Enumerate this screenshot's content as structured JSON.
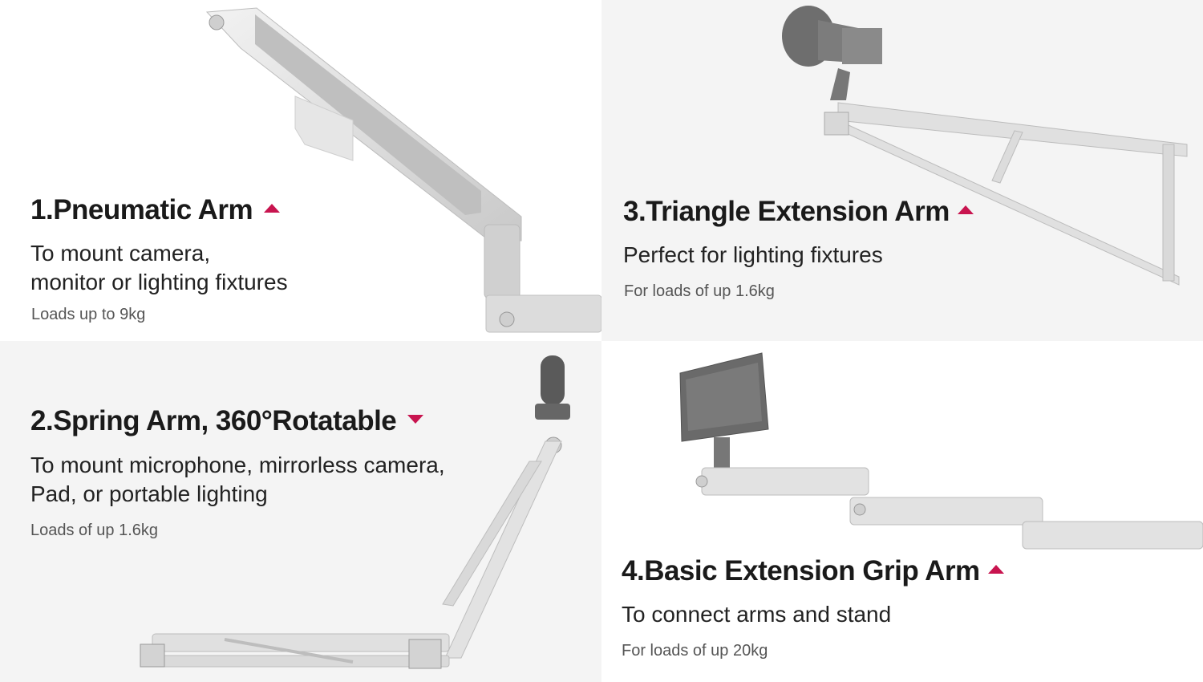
{
  "panels": {
    "pneumatic": {
      "title": "1.Pneumatic Arm",
      "desc_line1": "To mount camera,",
      "desc_line2": "monitor or lighting fixtures",
      "load": "Loads up to 9kg",
      "indicator": "triangle-up-icon"
    },
    "spring": {
      "title": "2.Spring Arm, 360°Rotatable",
      "desc_line1": "To mount microphone, mirrorless camera,",
      "desc_line2": "Pad, or portable lighting",
      "load": "Loads of up 1.6kg",
      "indicator": "triangle-down-icon"
    },
    "triangle": {
      "title": "3.Triangle Extension Arm",
      "desc_line1": "Perfect for lighting fixtures",
      "load": "For loads of up 1.6kg",
      "indicator": "triangle-up-icon"
    },
    "basic": {
      "title": "4.Basic Extension Grip Arm",
      "desc_line1": "To connect arms and stand",
      "load": "For loads of up 20kg",
      "indicator": "triangle-up-icon"
    }
  },
  "colors": {
    "accent": "#c8144f",
    "text": "#1a1a1a",
    "metal": "#d9d9d9"
  }
}
